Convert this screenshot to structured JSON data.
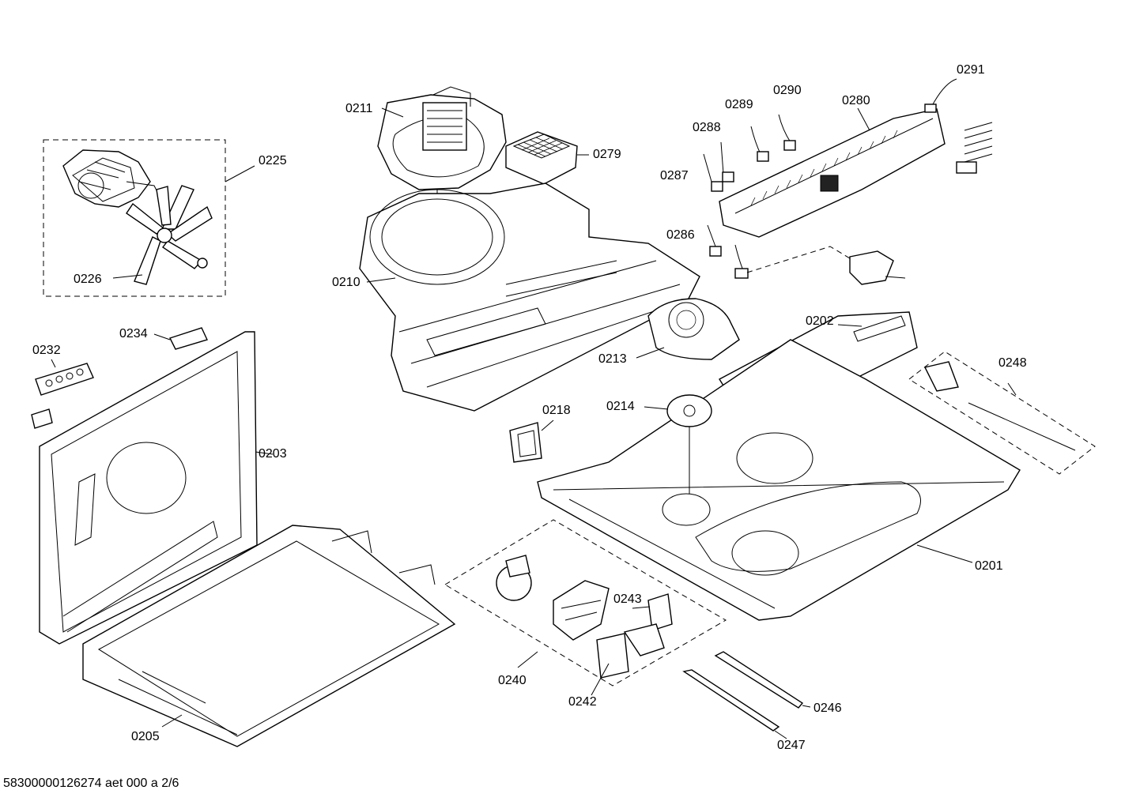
{
  "parts": [
    {
      "id": "p0201",
      "label": "0201"
    },
    {
      "id": "p0202",
      "label": "0202"
    },
    {
      "id": "p0203",
      "label": "0203"
    },
    {
      "id": "p0205",
      "label": "0205"
    },
    {
      "id": "p0210",
      "label": "0210"
    },
    {
      "id": "p0211",
      "label": "0211"
    },
    {
      "id": "p0213",
      "label": "0213"
    },
    {
      "id": "p0214",
      "label": "0214"
    },
    {
      "id": "p0218",
      "label": "0218"
    },
    {
      "id": "p0225",
      "label": "0225"
    },
    {
      "id": "p0226",
      "label": "0226"
    },
    {
      "id": "p0232",
      "label": "0232"
    },
    {
      "id": "p0234",
      "label": "0234"
    },
    {
      "id": "p0240",
      "label": "0240"
    },
    {
      "id": "p0242",
      "label": "0242"
    },
    {
      "id": "p0243",
      "label": "0243"
    },
    {
      "id": "p0246",
      "label": "0246"
    },
    {
      "id": "p0247",
      "label": "0247"
    },
    {
      "id": "p0248",
      "label": "0248"
    },
    {
      "id": "p0279",
      "label": "0279"
    },
    {
      "id": "p0280",
      "label": "0280"
    },
    {
      "id": "p0286",
      "label": "0286"
    },
    {
      "id": "p0287",
      "label": "0287"
    },
    {
      "id": "p0288",
      "label": "0288"
    },
    {
      "id": "p0289",
      "label": "0289"
    },
    {
      "id": "p0290",
      "label": "0290"
    },
    {
      "id": "p0291",
      "label": "0291"
    }
  ],
  "footer": "58300000126274 aet 000 a 2/6"
}
